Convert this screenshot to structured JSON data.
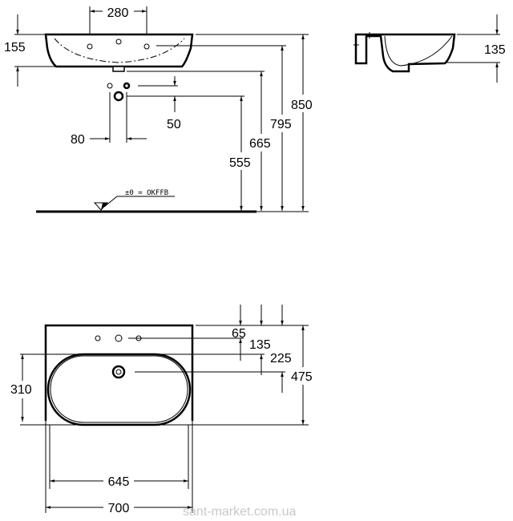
{
  "front_view": {
    "dims": {
      "tap_spacing": "280",
      "basin_height": "155",
      "waste_spacing": "80",
      "waste_offset": "50",
      "waste_height": "555",
      "drain_height": "665",
      "tap_height": "795",
      "total_height": "850"
    },
    "floor_label": "±0 = OKFFB"
  },
  "side_view": {
    "dims": {
      "depth": "135"
    }
  },
  "plan_view": {
    "dims": {
      "tap_from_wall": "65",
      "bowl_from_wall": "135",
      "drain_from_wall": "225",
      "total_depth": "475",
      "bowl_depth": "310",
      "bowl_width": "645",
      "total_width": "700"
    }
  },
  "watermark": "sant-market.com.ua"
}
